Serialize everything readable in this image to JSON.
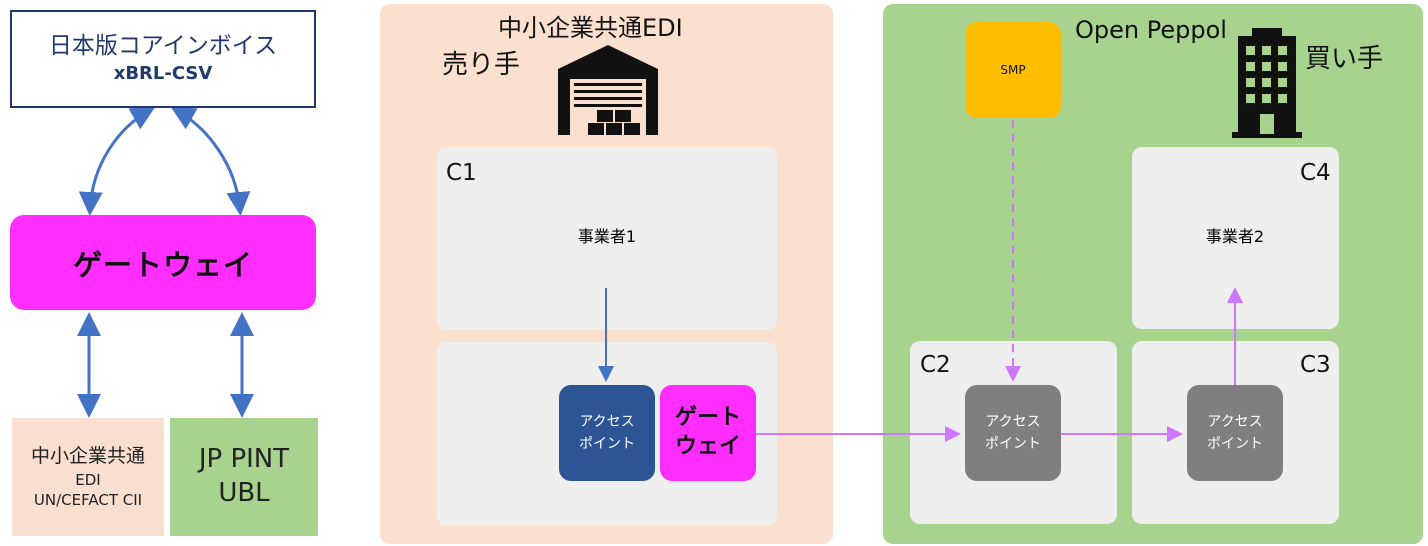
{
  "left": {
    "jp_invoice": {
      "title": "日本版コアインボイス",
      "format": "xBRL-CSV"
    },
    "gateway": "ゲートウェイ",
    "edi_box": {
      "line1": "中小企業共通",
      "line2": "EDI",
      "line3": "UN/CEFACT CII"
    },
    "jp_pint": {
      "line1": "JP PINT",
      "line2": "UBL"
    }
  },
  "seller": {
    "title": "中小企業共通EDI",
    "role": "売り手",
    "c1_label": "C1",
    "business": "事業者1",
    "access_point": {
      "line1": "アクセス",
      "line2": "ポイント"
    },
    "gateway": {
      "line1": "ゲート",
      "line2": "ウェイ"
    }
  },
  "peppol": {
    "title": "Open Peppol",
    "role": "買い手",
    "smp": "SMP",
    "c2_label": "C2",
    "c3_label": "C3",
    "c4_label": "C4",
    "ap2": {
      "line1": "アクセス",
      "line2": "ポイント"
    },
    "ap3": {
      "line1": "アクセス",
      "line2": "ポイント"
    },
    "business": "事業者2"
  },
  "colors": {
    "navy": "#1f3a6b",
    "magenta": "#ff2dff",
    "arrow_blue": "#4472c4",
    "arrow_violet": "#cc77ff",
    "seller_bg": "#fbe0d0",
    "peppol_bg": "#a7d38f",
    "access_point_blue": "#2d5494",
    "access_point_gray": "#7f7f7f",
    "smp": "#ffbf00"
  },
  "icons": [
    "warehouse-icon",
    "office-building-icon"
  ]
}
